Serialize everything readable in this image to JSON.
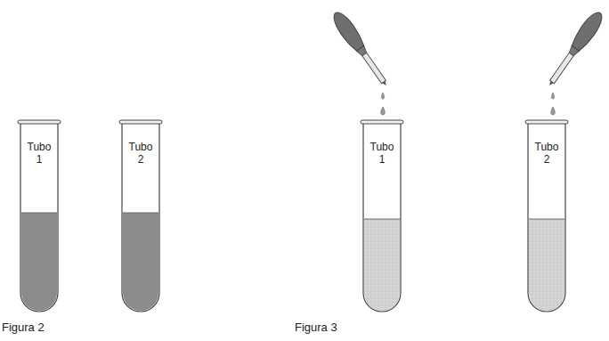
{
  "diagram": {
    "nodes": [
      {
        "text": [
          "Tubo 1"
        ]
      },
      {
        "text": [
          "Tubo 2"
        ]
      },
      {
        "text": [
          "Tubo 1"
        ]
      },
      {
        "text": [
          "Tubo 2"
        ]
      }
    ],
    "labels": [
      "Figura 2",
      "Figura 3"
    ]
  }
}
